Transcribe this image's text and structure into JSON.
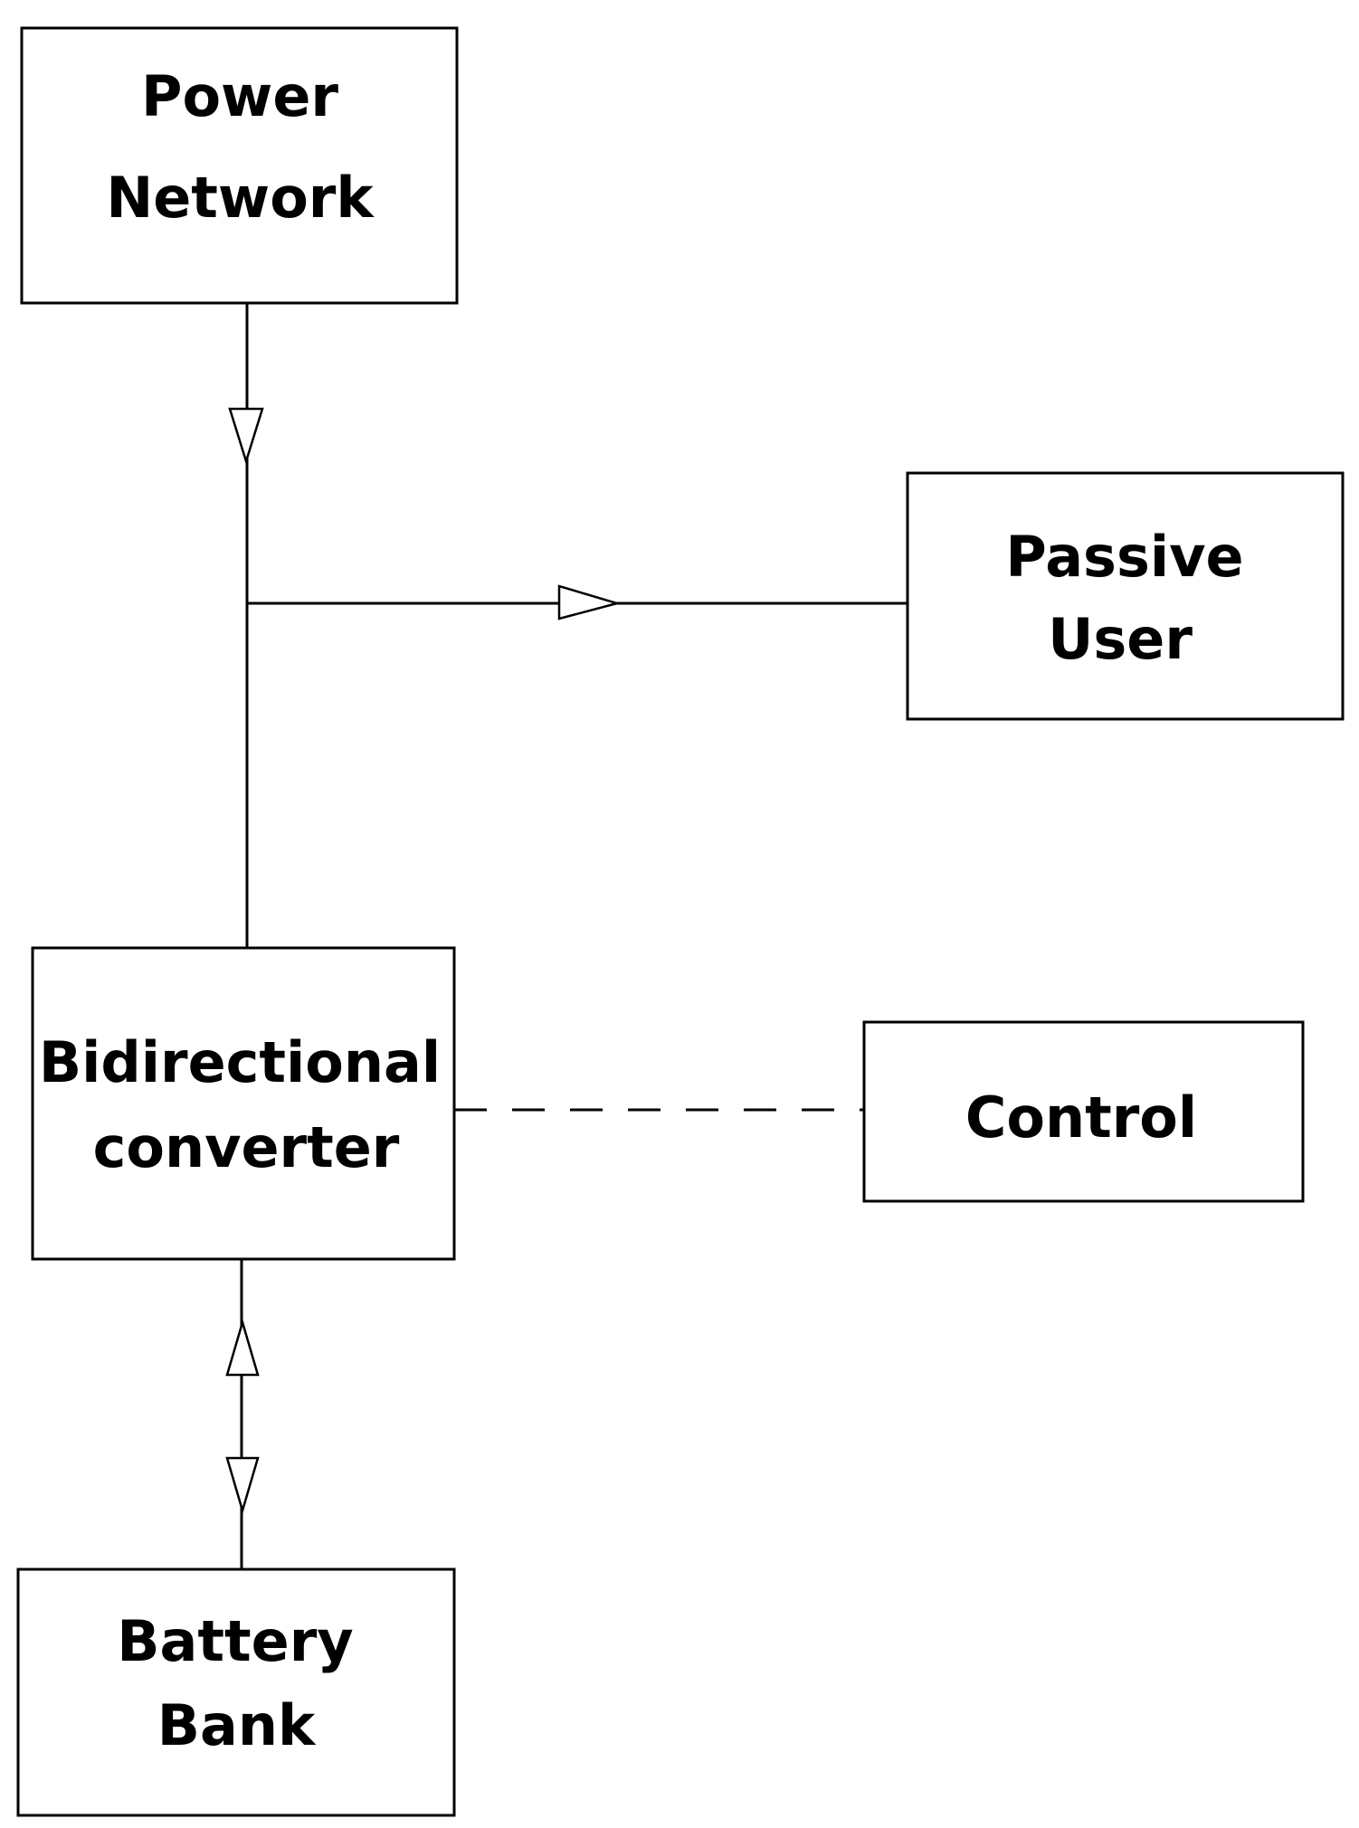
{
  "diagram": {
    "nodes": {
      "power_network": {
        "line1": "Power",
        "line2": "Network"
      },
      "passive_user": {
        "line1": "Passive",
        "line2": "User"
      },
      "bidirectional_converter": {
        "line1": "Bidirectional",
        "line2": "converter"
      },
      "control": {
        "label": "Control"
      },
      "battery_bank": {
        "line1": "Battery",
        "line2": "Bank"
      }
    },
    "edges": [
      {
        "from": "power_network",
        "to": "bidirectional_converter",
        "style": "solid",
        "arrow": "open-triangle",
        "direction": "down"
      },
      {
        "from": "power_network-bidirectional_converter-line",
        "to": "passive_user",
        "style": "solid",
        "arrow": "open-triangle",
        "direction": "right"
      },
      {
        "from": "bidirectional_converter",
        "to": "control",
        "style": "dashed",
        "arrow": "none"
      },
      {
        "from": "bidirectional_converter",
        "to": "battery_bank",
        "style": "solid",
        "arrow": "open-triangle",
        "direction": "bidirectional"
      }
    ],
    "colors": {
      "stroke": "#000000",
      "fill": "#ffffff",
      "text": "#000000"
    }
  }
}
